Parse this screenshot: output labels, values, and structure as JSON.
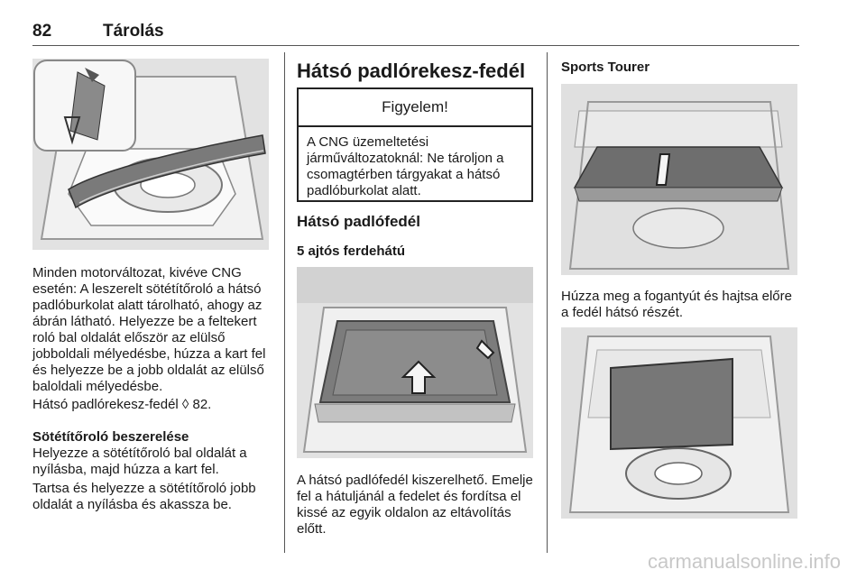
{
  "header": {
    "page_number": "82",
    "section": "Tárolás"
  },
  "left": {
    "para1": "Minden motorváltozat, kivéve CNG esetén: A leszerelt sötétítőroló a hátsó padlóburkolat alatt tárolható, ahogy az ábrán látható. Helyezze be a feltekert roló bal oldalát először az elülső jobboldali mélyedésbe, húzza a kart fel és helyezze be a jobb oldalát az elülső baloldali mélyedésbe.",
    "crossref": "Hátsó padlórekesz-fedél ◊ 82.",
    "subheading": "Sötétítőroló beszerelése",
    "para2": "Helyezze a sötétítőroló bal oldalát a nyílásba, majd húzza a kart fel.",
    "para3": "Tartsa és helyezze a sötétítőroló jobb oldalát a nyílásba és akassza be."
  },
  "middle": {
    "heading": "Hátsó padlórekesz-fedél",
    "warning_title": "Figyelem!",
    "warning_text": "A CNG üzemeltetési járműváltozatoknál: Ne tároljon a csomagtérben tárgyakat a hátsó padlóburkolat alatt.",
    "subheading": "Hátsó padlófedél",
    "variant": "5 ajtós ferdehátú",
    "para": "A hátsó padlófedél kiszerelhető. Emelje fel a hátuljánál a fedelet és fordítsa el kissé az egyik oldalon az eltávolítás előtt."
  },
  "right": {
    "variant": "Sports Tourer",
    "para": "Húzza meg a fogantyút és hajtsa előre a fedél hátsó részét."
  },
  "watermark": "carmanualsonline.info"
}
